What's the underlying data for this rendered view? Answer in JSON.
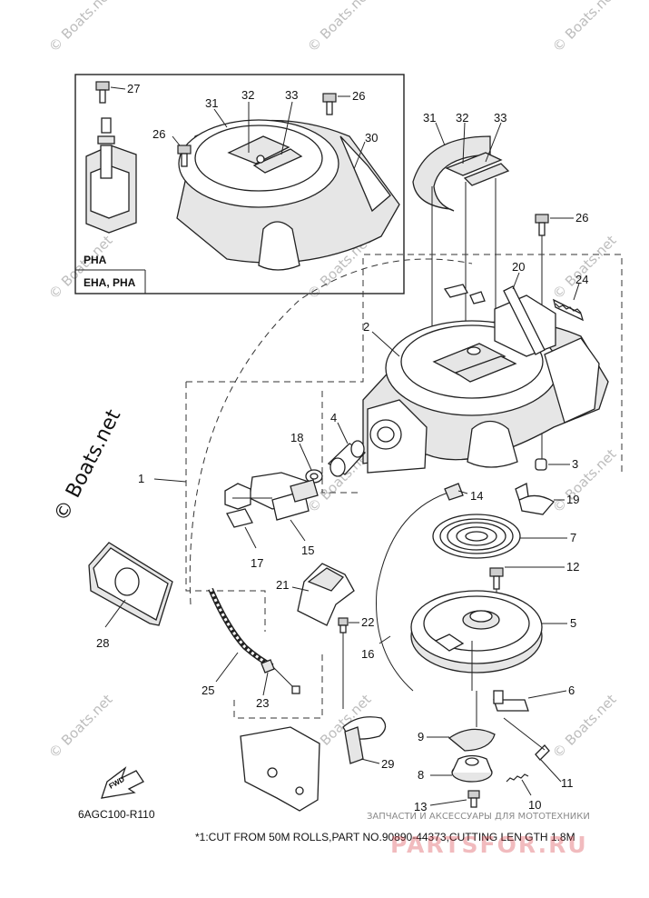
{
  "watermarks": {
    "corner": "© Boats.net",
    "vertical": "© Boats.net",
    "shop_line": "ЗАПЧАСТИ И АКСЕССУАРЫ ДЛЯ МОТОТЕХНИКИ",
    "shop_logo": "PARTSFOR.RU"
  },
  "inset": {
    "variant_top": "PHA",
    "variant_bottom": "EHA, PHA"
  },
  "callouts": {
    "c1": "1",
    "c2": "2",
    "c3": "3",
    "c4": "4",
    "c5": "5",
    "c6": "6",
    "c7": "7",
    "c8": "8",
    "c9": "9",
    "c10": "10",
    "c11": "11",
    "c12": "12",
    "c13": "13",
    "c14": "14",
    "c15": "15",
    "c16": "16",
    "c17": "17",
    "c18": "18",
    "c19": "19",
    "c20": "20",
    "c21": "21",
    "c22": "22",
    "c23": "23",
    "c24": "24",
    "c25": "25",
    "c26": "26",
    "c27": "27",
    "c28": "28",
    "c29": "29",
    "c30": "30",
    "c31": "31",
    "c32": "32",
    "c33": "33"
  },
  "fwd_label": "FWD",
  "diagram_code": "6AGC100-R110",
  "footnote": "*1:CUT FROM 50M ROLLS,PART NO.90890-44373,CUTTING LEN GTH 1.8M"
}
